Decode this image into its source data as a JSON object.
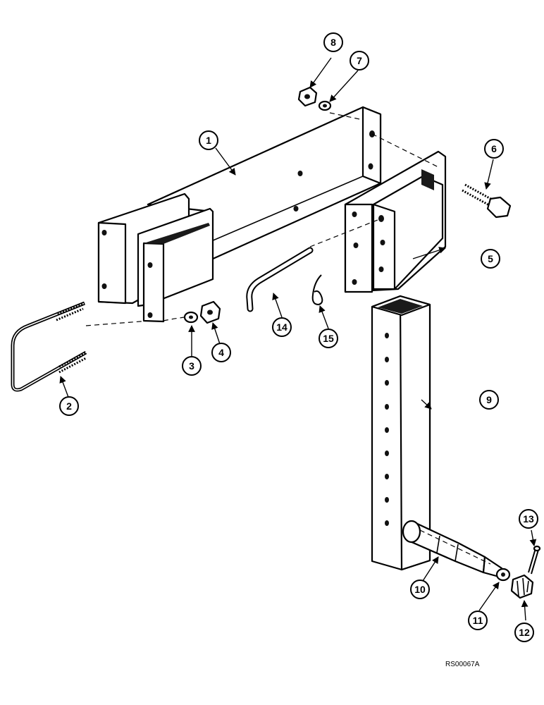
{
  "callouts": [
    {
      "label": "1"
    },
    {
      "label": "2"
    },
    {
      "label": "3"
    },
    {
      "label": "4"
    },
    {
      "label": "5"
    },
    {
      "label": "6"
    },
    {
      "label": "7"
    },
    {
      "label": "8"
    },
    {
      "label": "9"
    },
    {
      "label": "10"
    },
    {
      "label": "11"
    },
    {
      "label": "12"
    },
    {
      "label": "13"
    },
    {
      "label": "14"
    },
    {
      "label": "15"
    }
  ],
  "reference_code": "RS00067A"
}
